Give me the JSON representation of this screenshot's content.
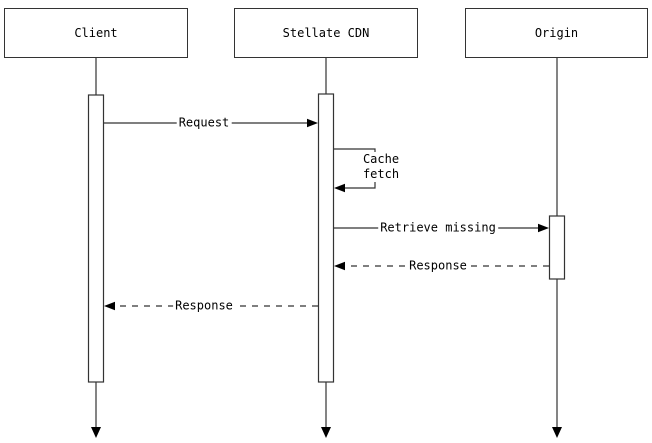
{
  "diagram": {
    "type": "sequence-diagram",
    "colors": {
      "background": "#ffffff",
      "stroke": "#333333",
      "arrowhead": "#000000",
      "text": "#000000"
    },
    "actors": [
      {
        "name": "Client"
      },
      {
        "name": "Stellate CDN"
      },
      {
        "name": "Origin"
      }
    ],
    "messages": [
      {
        "from": "Client",
        "to": "Stellate CDN",
        "label": "Request",
        "line": "solid",
        "self_message": false
      },
      {
        "from": "Stellate CDN",
        "to": "Stellate CDN",
        "label": "Cache fetch",
        "line": "solid",
        "self_message": true
      },
      {
        "from": "Stellate CDN",
        "to": "Origin",
        "label": "Retrieve missing",
        "line": "solid",
        "self_message": false
      },
      {
        "from": "Origin",
        "to": "Stellate CDN",
        "label": "Response",
        "line": "dashed",
        "self_message": false
      },
      {
        "from": "Stellate CDN",
        "to": "Client",
        "label": "Response",
        "line": "dashed",
        "self_message": false
      }
    ]
  }
}
